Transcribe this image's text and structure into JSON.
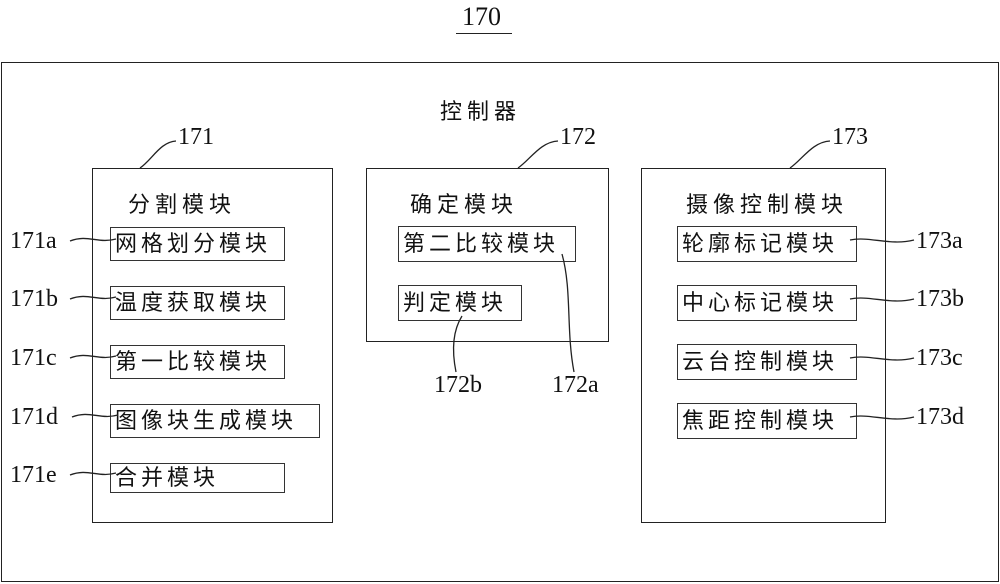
{
  "figure_number": "170",
  "controller_label": "控制器",
  "modules": [
    {
      "ref": "171",
      "title": "分割模块",
      "submodules": [
        {
          "ref": "171a",
          "label": "网格划分模块"
        },
        {
          "ref": "171b",
          "label": "温度获取模块"
        },
        {
          "ref": "171c",
          "label": "第一比较模块"
        },
        {
          "ref": "171d",
          "label": "图像块生成模块"
        },
        {
          "ref": "171e",
          "label": "合并模块"
        }
      ]
    },
    {
      "ref": "172",
      "title": "确定模块",
      "submodules": [
        {
          "ref": "172a",
          "label": "第二比较模块"
        },
        {
          "ref": "172b",
          "label": "判定模块"
        }
      ]
    },
    {
      "ref": "173",
      "title": "摄像控制模块",
      "submodules": [
        {
          "ref": "173a",
          "label": "轮廓标记模块"
        },
        {
          "ref": "173b",
          "label": "中心标记模块"
        },
        {
          "ref": "173c",
          "label": "云台控制模块"
        },
        {
          "ref": "173d",
          "label": "焦距控制模块"
        }
      ]
    }
  ]
}
